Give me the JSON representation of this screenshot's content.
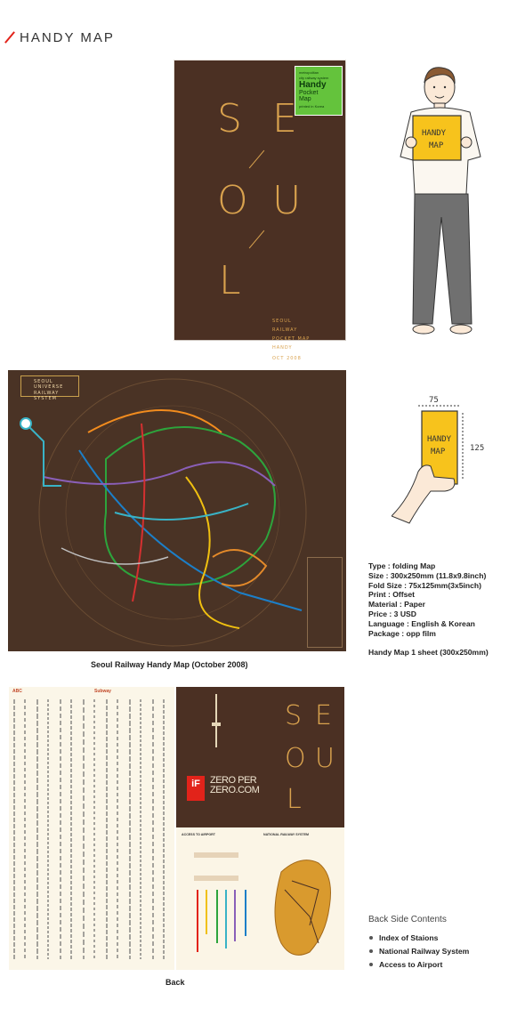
{
  "header": {
    "title": "HANDY MAP",
    "accent": "#e2231a"
  },
  "cover": {
    "letters": [
      "S",
      "E",
      "O",
      "U",
      "L"
    ],
    "block_lines": [
      "SEOUL",
      "RAILWAY",
      "POCKET MAP",
      "HANDY"
    ],
    "date": "OCT 2008",
    "sticker": {
      "line1": "metropolitan",
      "line2": "city railway system",
      "line3": "Handy",
      "line4": "Pocket",
      "line5": "Map",
      "line6": "printed in Korea"
    },
    "bg": "#4b3023",
    "fg": "#d9a24e"
  },
  "person": {
    "sign": [
      "HANDY",
      "MAP"
    ]
  },
  "hand": {
    "card": [
      "HANDY",
      "MAP"
    ],
    "width": "75",
    "height": "125"
  },
  "map": {
    "title_line1": "SEOUL UNIVERSE",
    "title_line2": "RAILWAY SYSTEM",
    "caption": "Seoul Railway Handy Map (October 2008)"
  },
  "specs": [
    "Type : folding Map",
    "Size : 300x250mm (11.8x9.8inch)",
    "Fold Size : 75x125mm(3x5inch)",
    "Print : Offset",
    "Material : Paper",
    "Price : 3 USD",
    "Language : English & Korean",
    "Package : opp film",
    "",
    "Handy Map 1 sheet (300x250mm)"
  ],
  "back": {
    "caption": "Back",
    "letters": [
      "S",
      "E",
      "O",
      "U",
      "L"
    ],
    "logo_line1": "ZERO PER",
    "logo_line2": "ZERO.COM",
    "if_label": "iF",
    "index_head1": "ABC",
    "index_head2": "Subway",
    "airport_title": "ACCESS TO AIRPORT",
    "railway_title": "NATIONAL RAILWAY SYSTEM",
    "contents_title": "Back Side Contents",
    "contents": [
      "Index of Staions",
      "National Railway System",
      "Access to Airport"
    ]
  }
}
